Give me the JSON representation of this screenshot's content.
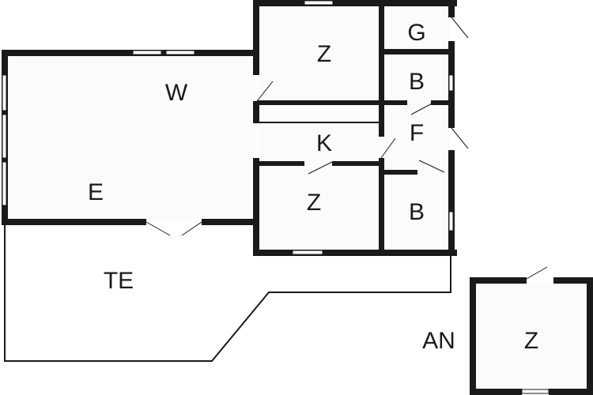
{
  "floor_plan": {
    "rooms": {
      "living": "W",
      "dining": "E",
      "bedroom_top": "Z",
      "storage": "G",
      "bathroom_top": "B",
      "hall": "F",
      "kitchen": "K",
      "bedroom_bottom": "Z",
      "bathroom_bottom": "B",
      "terrace": "TE",
      "annex_label": "AN",
      "annex_bedroom": "Z"
    }
  }
}
